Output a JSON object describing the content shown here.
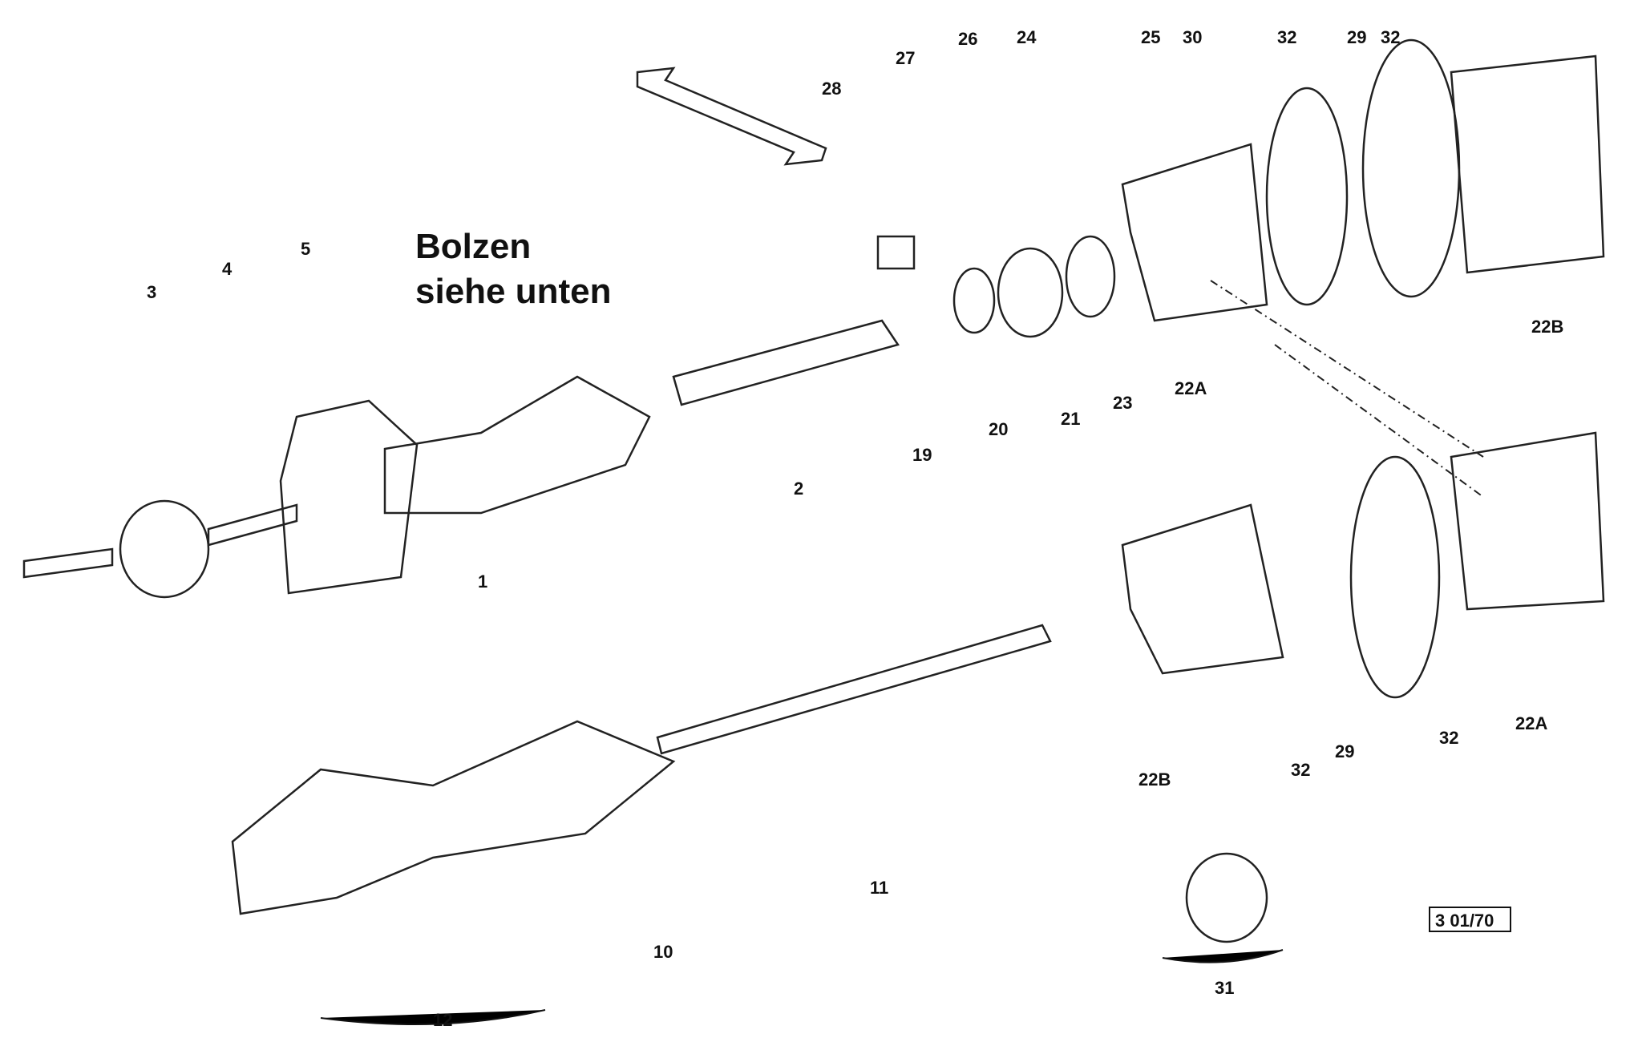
{
  "note": {
    "line1": "Bolzen",
    "line2": "siehe unten"
  },
  "drawing_number": "3 01/70",
  "labels": [
    "1",
    "2",
    "3",
    "4",
    "5",
    "10",
    "11",
    "12",
    "19",
    "20",
    "21",
    "22A",
    "22B",
    "23",
    "24",
    "25",
    "26",
    "27",
    "28",
    "29",
    "30",
    "31",
    "32",
    "22A",
    "22B",
    "29",
    "32",
    "32",
    "32"
  ]
}
